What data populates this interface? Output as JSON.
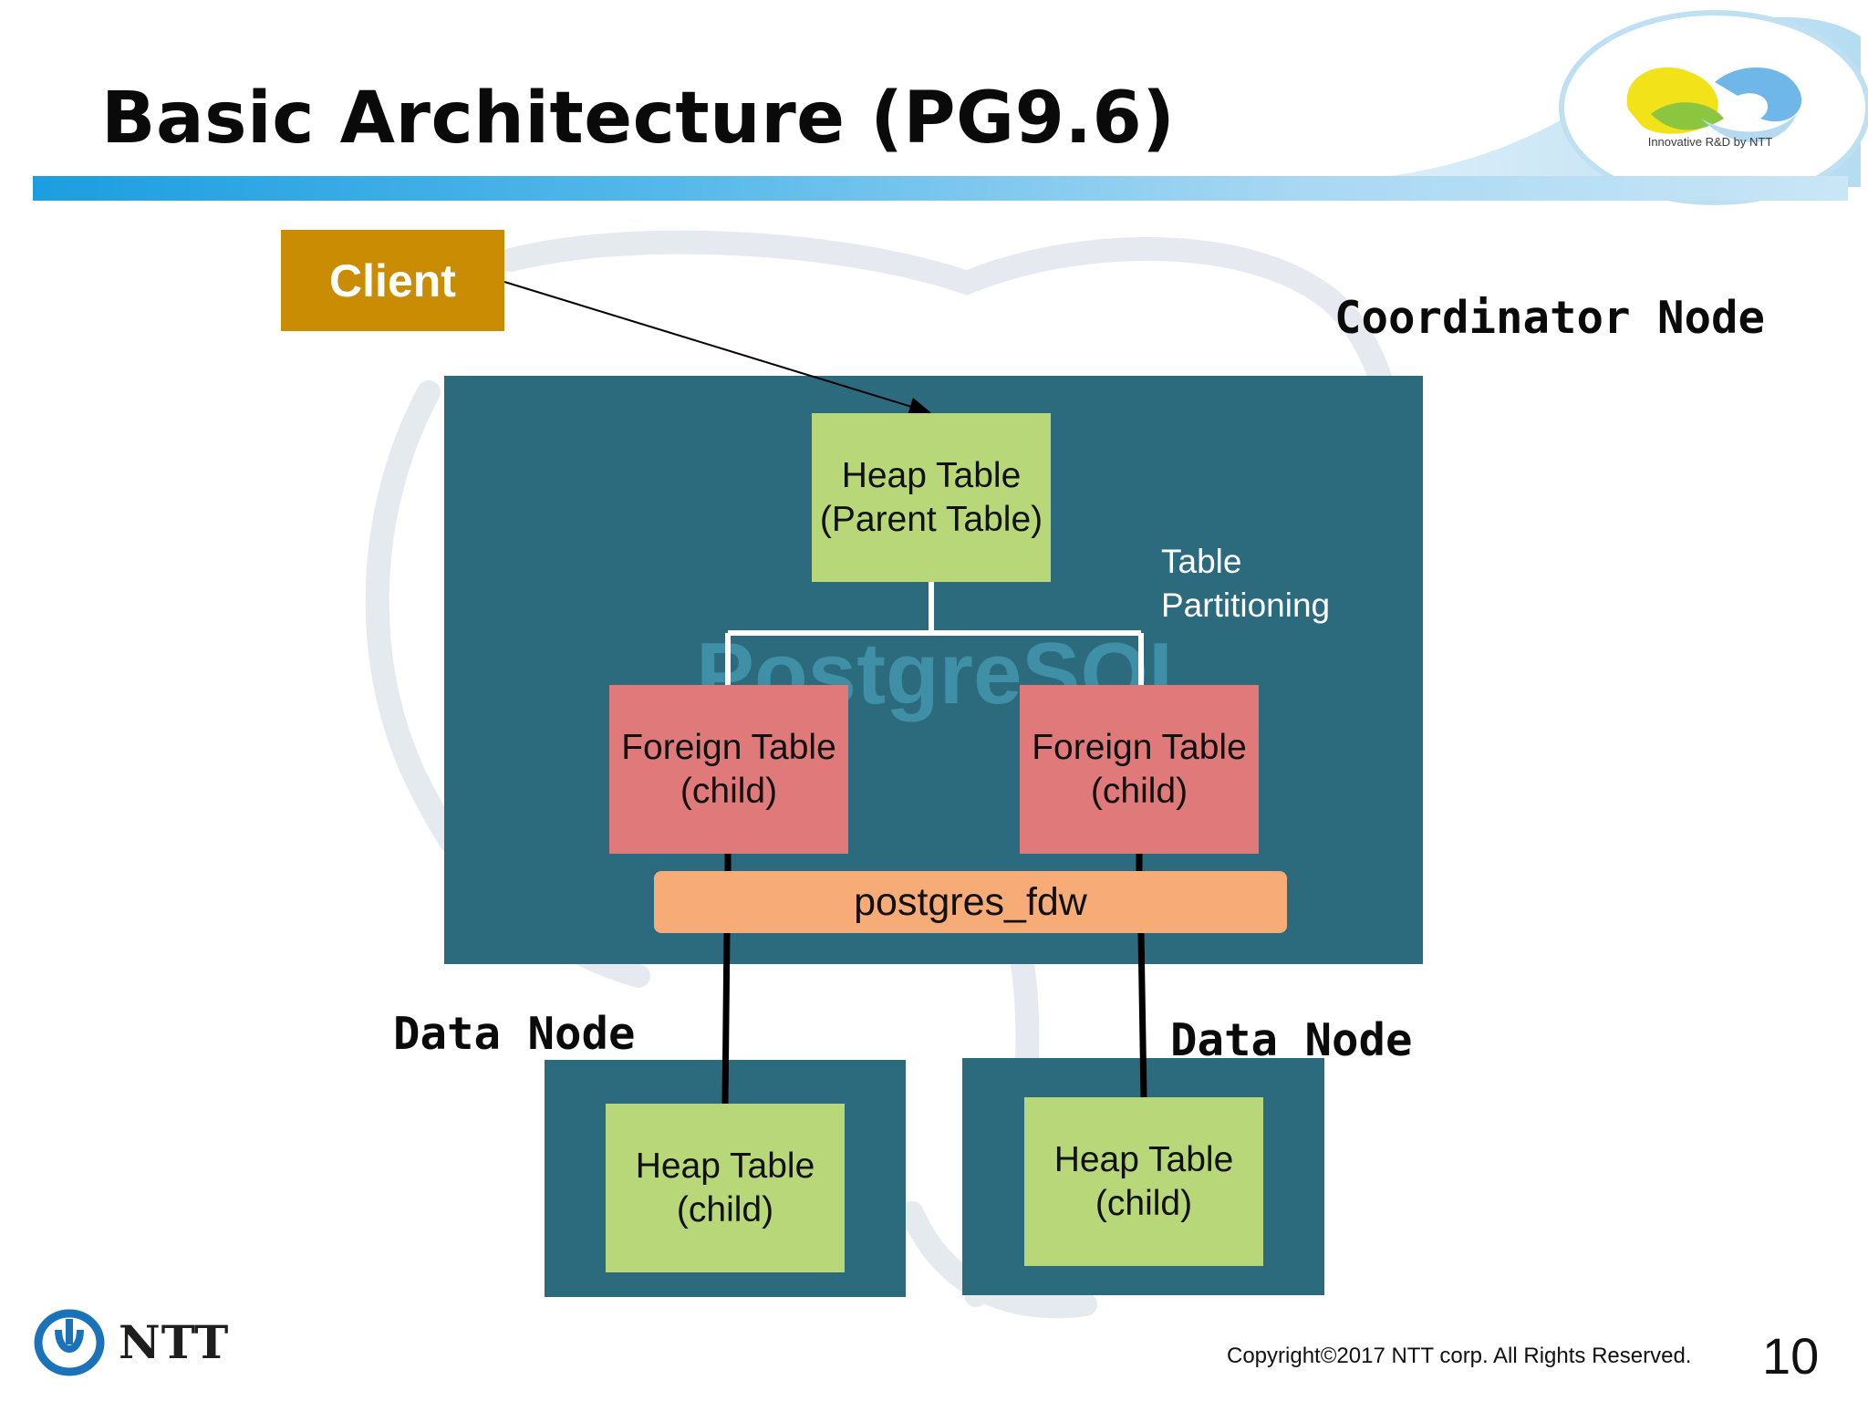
{
  "slide": {
    "title": "Basic Architecture (PG9.6)",
    "page_number": "10",
    "copyright": "Copyright©2017  NTT corp. All Rights Reserved."
  },
  "branding": {
    "tagline": "Innovative R&D by NTT",
    "footer_brand": "NTT",
    "accent_color": "#1b9ee0"
  },
  "diagram": {
    "client": "Client",
    "coordinator_label": "Coordinator Node",
    "data_node_labels": [
      "Data Node",
      "Data Node"
    ],
    "engine_watermark": "PostgreSQL",
    "parent_table": {
      "line1": "Heap Table",
      "line2": "(Parent Table)"
    },
    "partition_label": {
      "line1": "Table",
      "line2": "Partitioning"
    },
    "foreign_tables": [
      {
        "line1": "Foreign Table",
        "line2": "(child)"
      },
      {
        "line1": "Foreign Table",
        "line2": "(child)"
      }
    ],
    "fdw": "postgres_fdw",
    "child_tables": [
      {
        "line1": "Heap Table",
        "line2": "(child)"
      },
      {
        "line1": "Heap Table",
        "line2": "(child)"
      }
    ],
    "colors": {
      "panel": "#2c6b7e",
      "heap": "#b8d778",
      "foreign": "#e07a7a",
      "fdw": "#f7ac78",
      "client": "#c98c03"
    }
  }
}
